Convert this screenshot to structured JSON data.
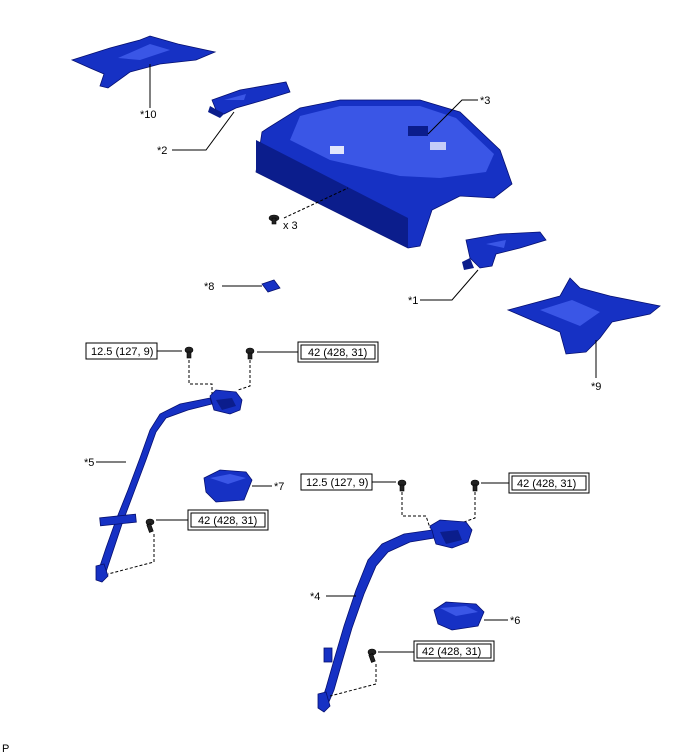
{
  "callouts": {
    "p10": "*10",
    "p2": "*2",
    "p3": "*3",
    "p8": "*8",
    "p1": "*1",
    "p9": "*9",
    "p5": "*5",
    "p7": "*7",
    "p4": "*4",
    "p6": "*6"
  },
  "screw_qty": "x 3",
  "torque": {
    "left_top_single": "12.5 (127, 9)",
    "left_top_double": "42 (428, 31)",
    "left_bottom_double": "42 (428, 31)",
    "right_top_single": "12.5 (127, 9)",
    "right_top_double": "42 (428, 31)",
    "right_bottom_double": "42 (428, 31)"
  },
  "corner_mark": "P",
  "colors": {
    "part": "#1631c4",
    "part_edge": "#061070"
  }
}
